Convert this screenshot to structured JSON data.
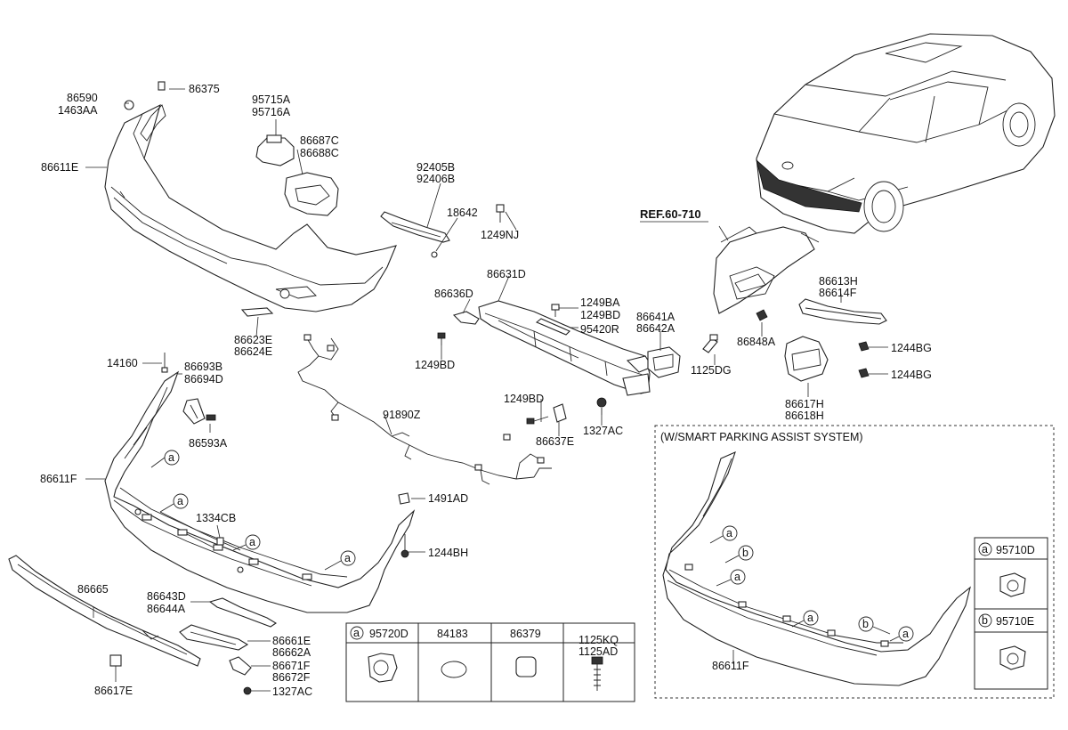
{
  "ref_label": "REF.60-710",
  "inset_title": "(W/SMART PARKING ASSIST SYSTEM)",
  "inset_legend": [
    {
      "letter": "a",
      "part": "95710D"
    },
    {
      "letter": "b",
      "part": "95710E"
    }
  ],
  "callout_letters": {
    "a": "a",
    "b": "b"
  },
  "legend_table": {
    "c1_letter": "a",
    "c1_part": "95720D",
    "c2": "84183",
    "c3": "86379",
    "c4a": "1125KQ",
    "c4b": "1125AD"
  },
  "labels": {
    "p86590": "86590",
    "p1463AA": "1463AA",
    "p86375": "86375",
    "p95715A": "95715A",
    "p95716A": "95716A",
    "p86687C": "86687C",
    "p86688C": "86688C",
    "p86611E": "86611E",
    "p92405B": "92405B",
    "p92406B": "92406B",
    "p18642": "18642",
    "p1249NJ": "1249NJ",
    "p86623E": "86623E",
    "p86624E": "86624E",
    "p86631D": "86631D",
    "p86636D": "86636D",
    "p1249BA": "1249BA",
    "p1249BD_a": "1249BD",
    "p95420R": "95420R",
    "p1249BD_b": "1249BD",
    "p86641A": "86641A",
    "p86642A": "86642A",
    "p1125DG": "1125DG",
    "p1249BD_c": "1249BD",
    "p86637E": "86637E",
    "p1327AC_a": "1327AC",
    "p86613H": "86613H",
    "p86614F": "86614F",
    "p86848A": "86848A",
    "p1244BG_a": "1244BG",
    "p1244BG_b": "1244BG",
    "p86617H": "86617H",
    "p86618H": "86618H",
    "p14160": "14160",
    "p86693B": "86693B",
    "p86694D": "86694D",
    "p86593A": "86593A",
    "p91890Z": "91890Z",
    "p86611F": "86611F",
    "p1334CB": "1334CB",
    "p1491AD": "1491AD",
    "p1244BH": "1244BH",
    "p86665": "86665",
    "p86643D": "86643D",
    "p86644A": "86644A",
    "p86661E": "86661E",
    "p86662A": "86662A",
    "p86671F": "86671F",
    "p86672F": "86672F",
    "p1327AC_b": "1327AC",
    "p86617E": "86617E",
    "p86611F_inset": "86611F"
  }
}
